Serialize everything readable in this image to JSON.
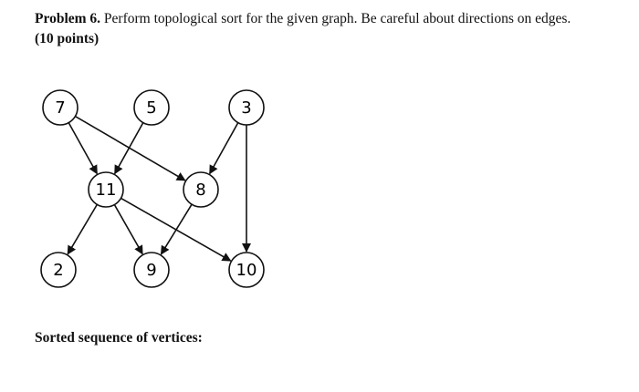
{
  "problem": {
    "number_label": "Problem 6.",
    "text": " Perform topological sort for the given graph. Be careful about directions on edges.",
    "points": "(10 points)"
  },
  "graph": {
    "nodes": [
      {
        "id": "7",
        "label": "7"
      },
      {
        "id": "5",
        "label": "5"
      },
      {
        "id": "3",
        "label": "3"
      },
      {
        "id": "11",
        "label": "11"
      },
      {
        "id": "8",
        "label": "8"
      },
      {
        "id": "2",
        "label": "2"
      },
      {
        "id": "9",
        "label": "9"
      },
      {
        "id": "10",
        "label": "10"
      }
    ],
    "edges": [
      {
        "from": "7",
        "to": "11"
      },
      {
        "from": "7",
        "to": "8"
      },
      {
        "from": "5",
        "to": "11"
      },
      {
        "from": "3",
        "to": "8"
      },
      {
        "from": "3",
        "to": "10"
      },
      {
        "from": "11",
        "to": "2"
      },
      {
        "from": "11",
        "to": "9"
      },
      {
        "from": "11",
        "to": "10"
      },
      {
        "from": "8",
        "to": "9"
      }
    ]
  },
  "answer": {
    "label": "Sorted sequence of vertices:"
  }
}
